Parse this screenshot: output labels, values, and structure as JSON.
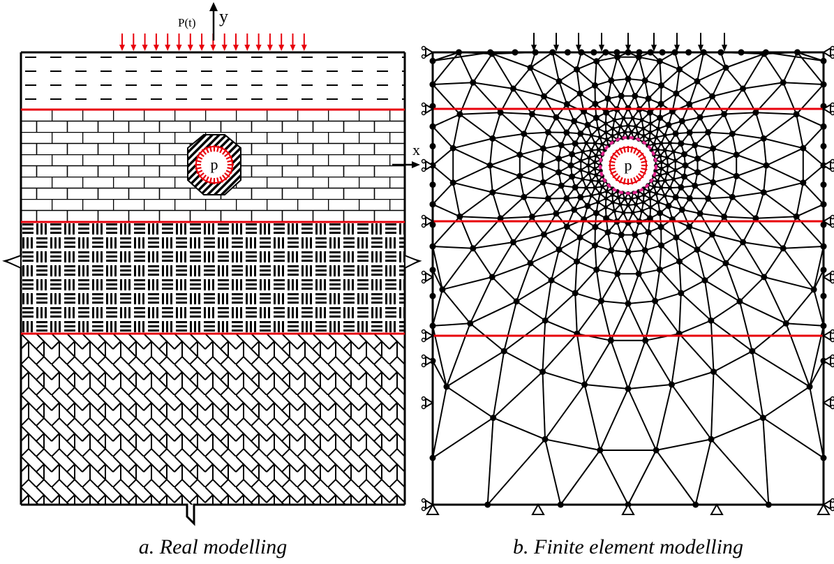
{
  "left_panel": {
    "load_label": "P(t)",
    "y_axis_label": "y",
    "x_axis_label": "x",
    "pressure_label": "p",
    "caption": "a. Real modelling"
  },
  "right_panel": {
    "pressure_label": "p",
    "caption": "b. Finite element modelling"
  },
  "colors": {
    "layer_boundary": "#e8000b",
    "lining_ring": "#e0238c",
    "ink": "#000000"
  }
}
